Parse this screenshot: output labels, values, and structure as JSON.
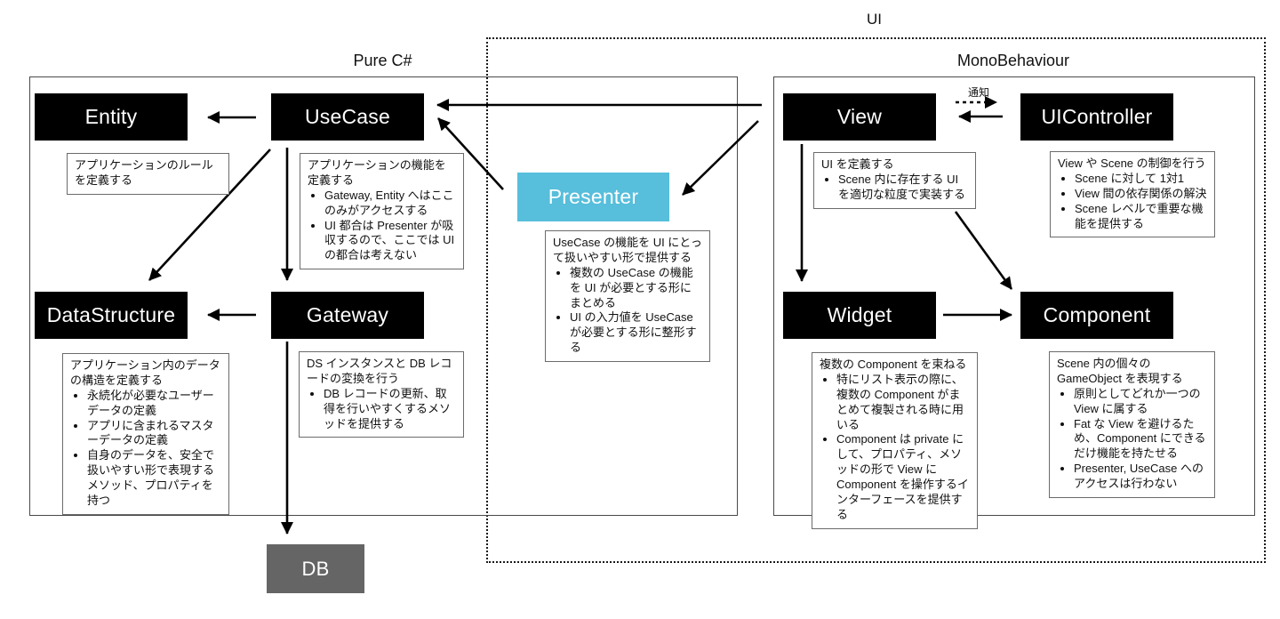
{
  "groups": {
    "ui": {
      "label": "UI"
    },
    "pure_csharp": {
      "label": "Pure C#"
    },
    "monobehaviour": {
      "label": "MonoBehaviour"
    }
  },
  "colors": {
    "node_black": "#000000",
    "presenter_cyan": "#57bedb",
    "db_gray": "#656565",
    "text_white": "#ffffff"
  },
  "nodes": {
    "entity": {
      "label": "Entity",
      "desc_lead": "アプリケーションのルールを定義する",
      "bullets": []
    },
    "usecase": {
      "label": "UseCase",
      "desc_lead": "アプリケーションの機能を定義する",
      "bullets": [
        "Gateway, Entity へはここのみがアクセスする",
        "UI 都合は Presenter が吸収するので、ここでは UI の都合は考えない"
      ]
    },
    "datastructure": {
      "label": "DataStructure",
      "desc_lead": "アプリケーション内のデータの構造を定義する",
      "bullets": [
        "永続化が必要なユーザーデータの定義",
        "アプリに含まれるマスターデータの定義",
        "自身のデータを、安全で扱いやすい形で表現するメソッド、プロパティを持つ"
      ]
    },
    "gateway": {
      "label": "Gateway",
      "desc_lead": "DS インスタンスと DB レコードの変換を行う",
      "bullets": [
        "DB レコードの更新、取得を行いやすくするメソッドを提供する"
      ]
    },
    "presenter": {
      "label": "Presenter",
      "desc_lead": "UseCase の機能を UI にとって扱いやすい形で提供する",
      "bullets": [
        "複数の UseCase の機能を UI が必要とする形にまとめる",
        "UI の入力値を UseCase が必要とする形に整形する"
      ]
    },
    "view": {
      "label": "View",
      "desc_lead": "UI を定義する",
      "bullets": [
        "Scene 内に存在する UI を適切な粒度で実装する"
      ]
    },
    "uicontroller": {
      "label": "UIController",
      "desc_lead": "View や Scene の制御を行う",
      "bullets": [
        "Scene に対して 1対1",
        "View 間の依存関係の解決",
        "Scene レベルで重要な機能を提供する"
      ]
    },
    "widget": {
      "label": "Widget",
      "desc_lead": "複数の Component を束ねる",
      "bullets": [
        "特にリスト表示の際に、複数の Component がまとめて複製される時に用いる",
        "Component は private にして、プロパティ、メソッドの形で View に Component を操作するインターフェースを提供する"
      ]
    },
    "component": {
      "label": "Component",
      "desc_lead": "Scene 内の個々の GameObject を表現する",
      "bullets": [
        "原則としてどれか一つの View に属する",
        "Fat な View を避けるため、Component にできるだけ機能を持たせる",
        "Presenter, UseCase へのアクセスは行わない"
      ]
    },
    "db": {
      "label": "DB"
    }
  },
  "edges": [
    {
      "from": "UseCase",
      "to": "Entity",
      "style": "solid"
    },
    {
      "from": "Gateway",
      "to": "DataStructure",
      "style": "solid"
    },
    {
      "from": "UseCase",
      "to": "DataStructure",
      "style": "solid"
    },
    {
      "from": "UseCase",
      "to": "Gateway",
      "style": "solid"
    },
    {
      "from": "Gateway",
      "to": "DB",
      "style": "solid"
    },
    {
      "from": "View",
      "to": "UseCase",
      "style": "solid"
    },
    {
      "from": "Presenter",
      "to": "UseCase",
      "style": "solid"
    },
    {
      "from": "View",
      "to": "Presenter",
      "style": "solid"
    },
    {
      "from": "View",
      "to": "Widget",
      "style": "solid"
    },
    {
      "from": "View",
      "to": "Component",
      "style": "solid"
    },
    {
      "from": "Widget",
      "to": "Component",
      "style": "solid"
    },
    {
      "from": "UIController",
      "to": "View",
      "style": "solid"
    },
    {
      "from": "View",
      "to": "UIController",
      "style": "dashed",
      "label": "通知"
    }
  ]
}
